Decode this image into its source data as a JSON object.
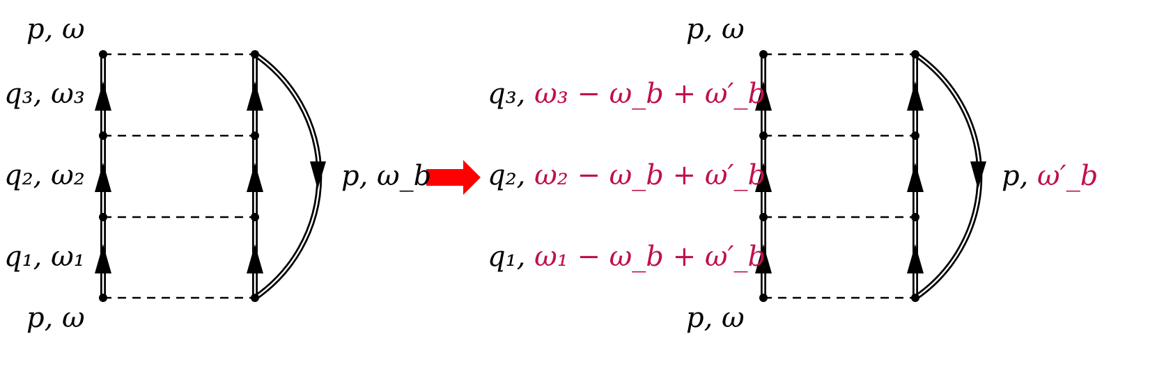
{
  "colors": {
    "line": "#000000",
    "highlight": "#c0104a",
    "transform_arrow": "#ff0000"
  },
  "left_diagram": {
    "top_label": "p, ω",
    "bottom_label": "p, ω",
    "rung_labels": [
      {
        "text": "q₃, ω₃"
      },
      {
        "text": "q₂, ω₂"
      },
      {
        "text": "q₁, ω₁"
      }
    ],
    "loop_label": "p, ω_b"
  },
  "transform_arrow": "right-arrow",
  "right_diagram": {
    "top_label": "p, ω",
    "bottom_label": "p, ω",
    "rung_labels": [
      {
        "prefix": "q₃, ",
        "highlighted": "ω₃ − ω_b + ω′_b"
      },
      {
        "prefix": "q₂, ",
        "highlighted": "ω₂ − ω_b + ω′_b"
      },
      {
        "prefix": "q₁, ",
        "highlighted": "ω₁ − ω_b + ω′_b"
      }
    ],
    "loop_label_prefix": "p, ",
    "loop_label_highlighted": "ω′_b"
  }
}
